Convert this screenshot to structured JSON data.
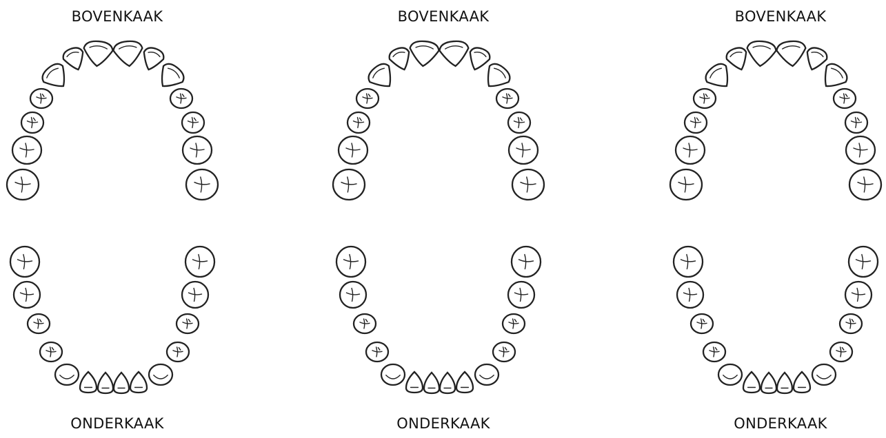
{
  "charts": [
    {
      "upper_label": "BOVENKAAK",
      "lower_label": "ONDERKAAK"
    },
    {
      "upper_label": "BOVENKAAK",
      "lower_label": "ONDERKAAK"
    },
    {
      "upper_label": "BOVENKAAK",
      "lower_label": "ONDERKAAK"
    }
  ]
}
